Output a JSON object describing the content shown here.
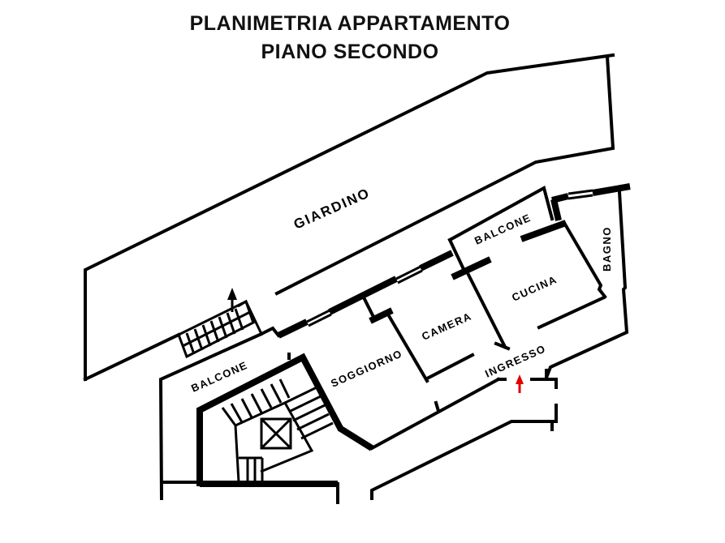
{
  "title": {
    "line1": "PLANIMETRIA APPARTAMENTO",
    "line2": "PIANO SECONDO"
  },
  "rooms": {
    "giardino": "GIARDINO",
    "balcone_left": "BALCONE",
    "balcone_top": "BALCONE",
    "soggiorno": "SOGGIORNO",
    "camera": "CAMERA",
    "cucina": "CUCINA",
    "bagno": "BAGNO",
    "ingresso": "INGRESSO"
  },
  "markers": {
    "entrance_arrow": "red-up-arrow",
    "stair_arrow": "black-up-arrow"
  },
  "colors": {
    "walls": "#000000",
    "background": "#ffffff",
    "entrance_arrow": "#e00000"
  }
}
